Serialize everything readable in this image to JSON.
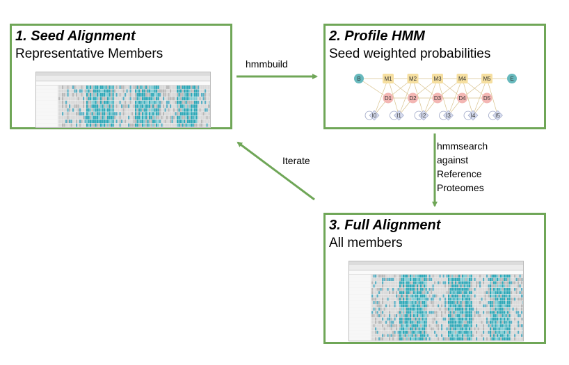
{
  "boxes": {
    "seed": {
      "title": "1. Seed Alignment",
      "subtitle": "Representative Members"
    },
    "profile": {
      "title": "2. Profile HMM",
      "subtitle": "Seed weighted probabilities"
    },
    "full": {
      "title": "3. Full Alignment",
      "subtitle": "All members"
    }
  },
  "arrows": {
    "build": "hmmbuild",
    "search": [
      "hmmsearch",
      "against",
      "Reference",
      "Proteomes"
    ],
    "iterate": "Iterate"
  },
  "hmm": {
    "begin": "B",
    "end": "E",
    "match": [
      "M1",
      "M2",
      "M3",
      "M4",
      "M5"
    ],
    "delete": [
      "D1",
      "D2",
      "D3",
      "D4",
      "D5"
    ],
    "insert": [
      "I0",
      "I1",
      "I2",
      "I3",
      "I4",
      "I5"
    ]
  },
  "colors": {
    "box_border": "#6fa657",
    "arrow": "#6fa657",
    "match_state": "#f6dfa0",
    "delete_state": "#f3b6b3",
    "insert_state": "#d6dcef",
    "terminal_state": "#67b9bd",
    "alignment_highlight": "#2fa9b8"
  }
}
